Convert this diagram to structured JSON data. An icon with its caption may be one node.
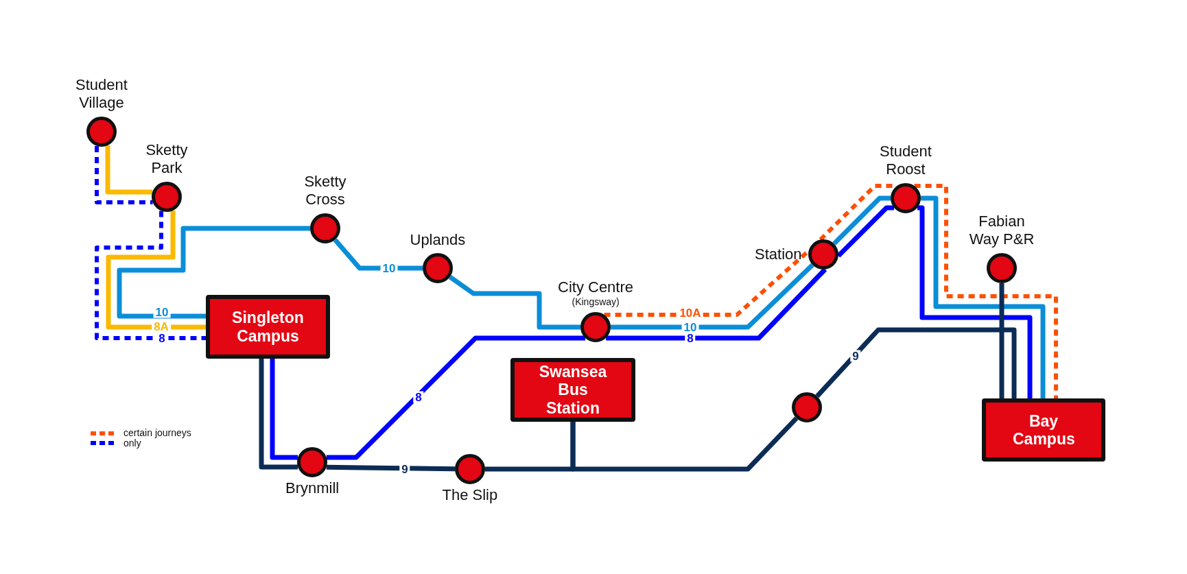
{
  "diagram": {
    "nodes": [
      {
        "text": [
          "Student Village"
        ]
      },
      {
        "text": [
          "Sketty Park"
        ]
      },
      {
        "text": [
          "Sketty Cross"
        ]
      },
      {
        "text": [
          "Uplands"
        ]
      },
      {
        "text": [
          "Student Roost"
        ]
      },
      {
        "text": [
          "Station"
        ]
      },
      {
        "text": [
          "Fabian Way P&R"
        ]
      },
      {
        "text": [
          "Singleton Campus"
        ]
      },
      {
        "text": [
          "City Centre",
          "(Kingsway)"
        ]
      },
      {
        "text": [
          "Swansea Bus Station"
        ]
      },
      {
        "text": [],
        "shape": "circle"
      },
      {
        "text": [
          "Bay Campus"
        ]
      },
      {
        "text": [
          "Brynmill"
        ]
      },
      {
        "text": [
          "The Slip"
        ]
      }
    ],
    "edges": [
      {
        "from": 0,
        "to": 1,
        "arrow": "none",
        "color": "#fbb900"
      },
      {
        "from": 0,
        "to": 1,
        "arrow": "none",
        "style": "dashed",
        "color": "#0000ff"
      },
      {
        "from": 1,
        "to": 7,
        "arrow": "none",
        "label": "8A",
        "color": "#fbb900"
      },
      {
        "from": 1,
        "to": 7,
        "arrow": "none",
        "label": "8",
        "style": "dashed",
        "color": "#0000ff"
      },
      {
        "from": 7,
        "to": 2,
        "arrow": "none",
        "label": "10",
        "color": "#0a8ed8"
      },
      {
        "from": 2,
        "to": 3,
        "arrow": "none",
        "label": "10",
        "color": "#0a8ed8"
      },
      {
        "from": 3,
        "to": 8,
        "arrow": "none",
        "color": "#0a8ed8"
      },
      {
        "from": 8,
        "to": 5,
        "arrow": "none",
        "label": "10A",
        "style": "dashed",
        "color": "#ff4f00"
      },
      {
        "from": 8,
        "to": 5,
        "arrow": "none",
        "label": "10",
        "color": "#0a8ed8"
      },
      {
        "from": 8,
        "to": 5,
        "arrow": "none",
        "label": "8",
        "color": "#0000ff"
      },
      {
        "from": 5,
        "to": 4,
        "arrow": "none",
        "style": "dashed",
        "color": "#ff4f00"
      },
      {
        "from": 5,
        "to": 4,
        "arrow": "none",
        "color": "#0a8ed8"
      },
      {
        "from": 5,
        "to": 4,
        "arrow": "none",
        "color": "#0000ff"
      },
      {
        "from": 4,
        "to": 11,
        "arrow": "none",
        "style": "dashed",
        "color": "#ff4f00"
      },
      {
        "from": 4,
        "to": 11,
        "arrow": "none",
        "color": "#0a8ed8"
      },
      {
        "from": 4,
        "to": 11,
        "arrow": "none",
        "color": "#0000ff"
      },
      {
        "from": 7,
        "to": 12,
        "arrow": "none",
        "color": "#0000ff"
      },
      {
        "from": 12,
        "to": 8,
        "arrow": "none",
        "label": "8",
        "color": "#0000ff"
      },
      {
        "from": 7,
        "to": 12,
        "arrow": "none",
        "color": "#0b2c55"
      },
      {
        "from": 12,
        "to": 13,
        "arrow": "none",
        "label": "9",
        "color": "#0b2c55"
      },
      {
        "from": 13,
        "to": 9,
        "arrow": "none",
        "color": "#0b2c55"
      },
      {
        "from": 9,
        "to": 10,
        "arrow": "none",
        "color": "#0b2c55"
      },
      {
        "from": 10,
        "to": 11,
        "arrow": "none",
        "label": "9",
        "color": "#0b2c55"
      },
      {
        "from": 6,
        "to": 11,
        "arrow": "none",
        "color": "#0b2c55"
      }
    ],
    "legend": [
      {
        "text": "certain journeys only"
      }
    ]
  }
}
